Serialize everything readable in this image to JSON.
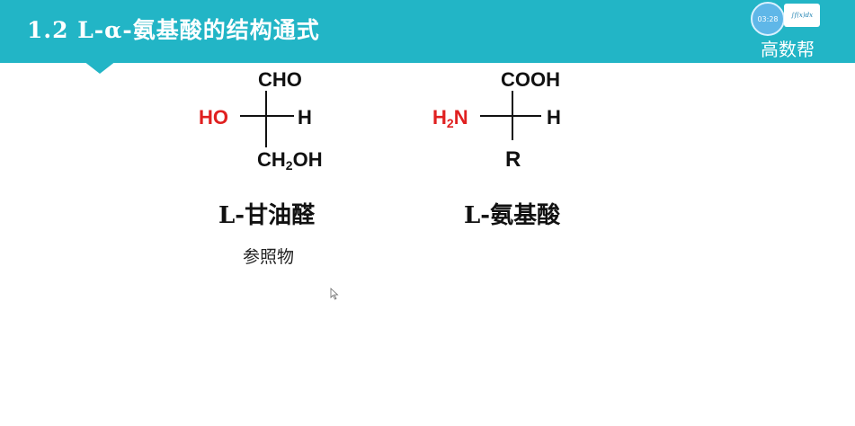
{
  "header": {
    "title": "1.2 L-α-氨基酸的结构通式",
    "brand": "高数帮",
    "timer": "03:28",
    "logo_formula": "∫f(x)dx"
  },
  "left_structure": {
    "top_group": "CHO",
    "left_group": "HO",
    "right_group": "H",
    "bottom_group_part1": "CH",
    "bottom_group_subscript": "2",
    "bottom_group_part2": "OH",
    "name": "L-甘油醛",
    "note": "参照物"
  },
  "right_structure": {
    "top_group": "COOH",
    "left_group_part1": "H",
    "left_group_subscript": "2",
    "left_group_part2": "N",
    "right_group": "H",
    "bottom_group": "R",
    "name": "L-氨基酸"
  },
  "colors": {
    "header_bg": "#22b5c6",
    "highlight_red": "#e02020",
    "text_black": "#111111"
  }
}
